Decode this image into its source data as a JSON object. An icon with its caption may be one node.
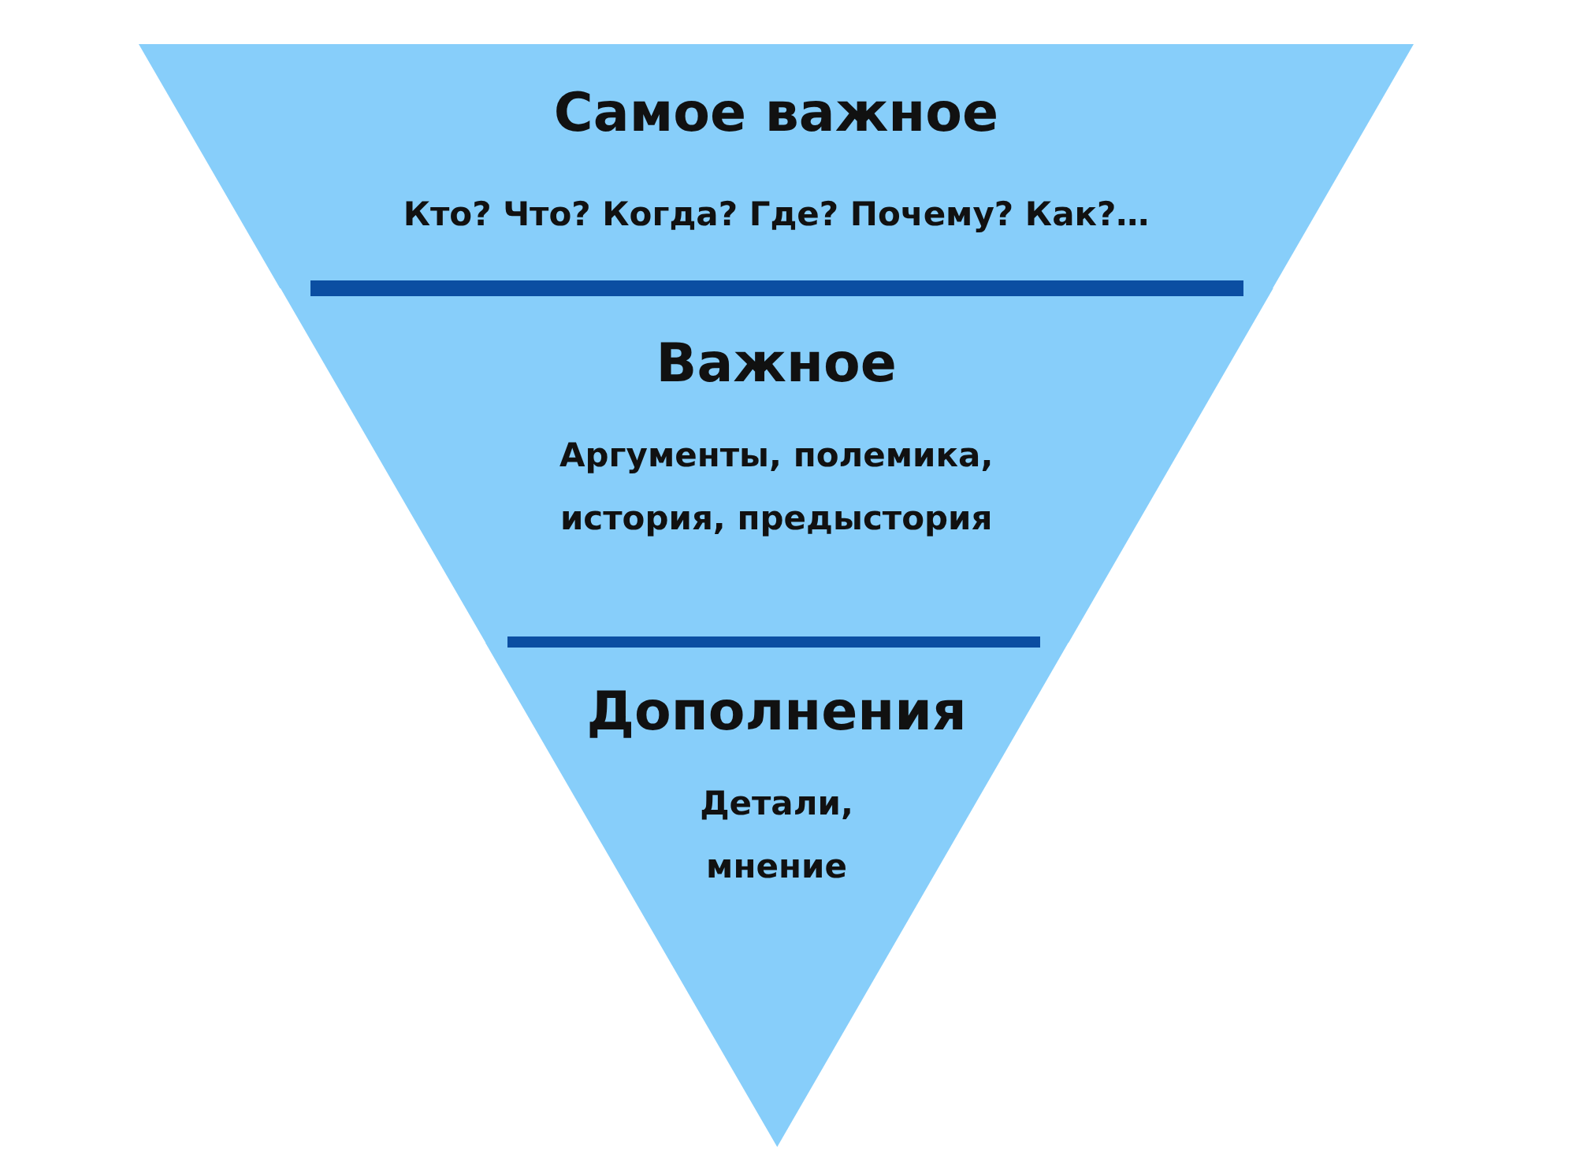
{
  "diagram": {
    "nodes": [
      {
        "text": [
          "Самое важное",
          "Кто? Что? Когда? Где? Почему? Как?…"
        ]
      },
      {
        "text": [
          "Важное",
          "Аргументы, полемика, история, предыстория"
        ]
      },
      {
        "text": [
          "Дополнения",
          "Детали, мнение"
        ]
      }
    ]
  }
}
